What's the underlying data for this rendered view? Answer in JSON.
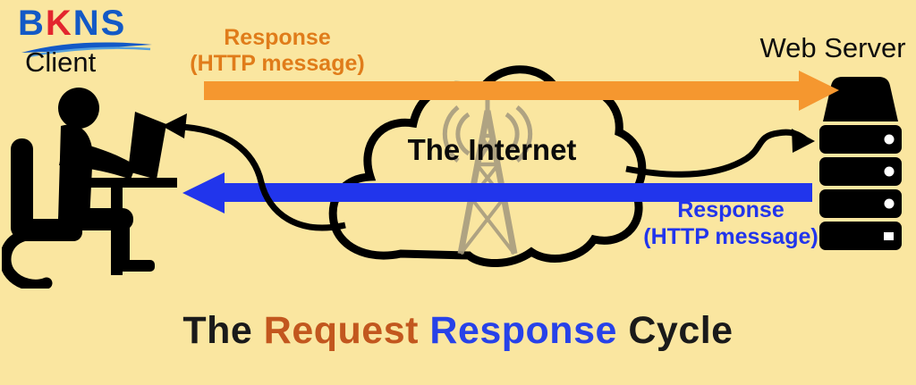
{
  "page": {
    "bg": "#FAE6A0"
  },
  "logo": {
    "name": "BKNS",
    "letters": [
      {
        "char": "B",
        "color": "#1359C6"
      },
      {
        "char": "K",
        "color": "#E3262E"
      },
      {
        "char": "N",
        "color": "#1359C6"
      },
      {
        "char": "S",
        "color": "#1359C6"
      }
    ],
    "swoosh_color": "#1359C6",
    "swoosh_color2": "#55A0DC"
  },
  "client": {
    "label": "Client"
  },
  "web_server": {
    "label": "Web Server"
  },
  "internet": {
    "label": "The Internet"
  },
  "top_arrow": {
    "label_line1": "Response",
    "label_line2": "(HTTP message)",
    "arrow_color": "#F5972F",
    "label_color": "#E07C1A",
    "direction": "client-to-server"
  },
  "bottom_arrow": {
    "label_line1": "Response",
    "label_line2": "(HTTP message)",
    "arrow_color": "#2135EC",
    "label_color": "#2135EC",
    "direction": "server-to-client"
  },
  "title": {
    "parts": [
      {
        "text": "The ",
        "color": "#1A1A1A"
      },
      {
        "text": "Request",
        "color": "#C2571E"
      },
      {
        "text": " Response",
        "color": "#2742E8"
      },
      {
        "text": " Cycle",
        "color": "#1A1A1A"
      }
    ]
  },
  "diagram": {
    "ink": "#000000",
    "tower_color": "#A79C7F",
    "icons": [
      "client-person-icon",
      "internet-cloud-icon",
      "radio-tower-icon",
      "web-server-icon"
    ]
  }
}
